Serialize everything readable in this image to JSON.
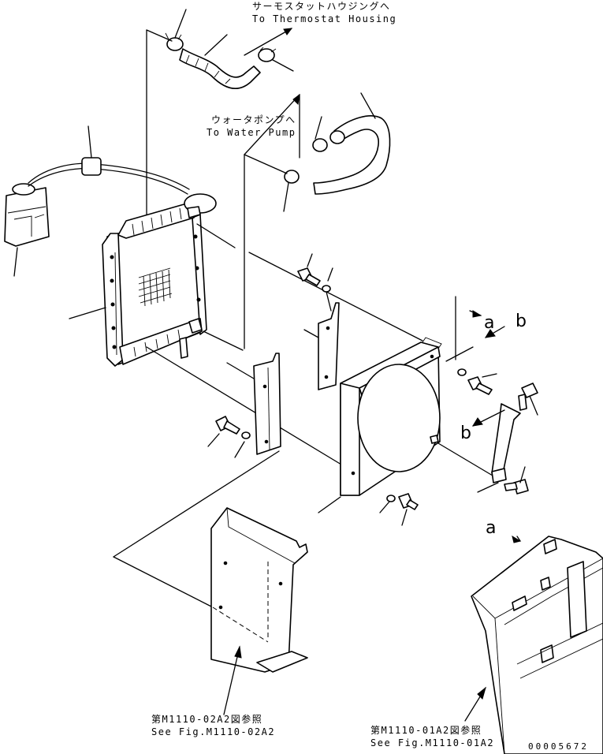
{
  "labels": {
    "thermostat_jp": "サーモスタットハウジングへ",
    "thermostat_en": "To Thermostat Housing",
    "waterpump_jp": "ウォータポンプへ",
    "waterpump_en": "To Water Pump",
    "view_a_upper": "a",
    "view_b_upper": "b",
    "view_b_lower": "b",
    "view_a_lower": "a",
    "ref1_jp": "第M1110-02A2図参照",
    "ref1_en": "See Fig.M1110-02A2",
    "ref2_jp": "第M1110-01A2図参照",
    "ref2_en": "See Fig.M1110-01A2",
    "drawing_number": "00005672"
  }
}
